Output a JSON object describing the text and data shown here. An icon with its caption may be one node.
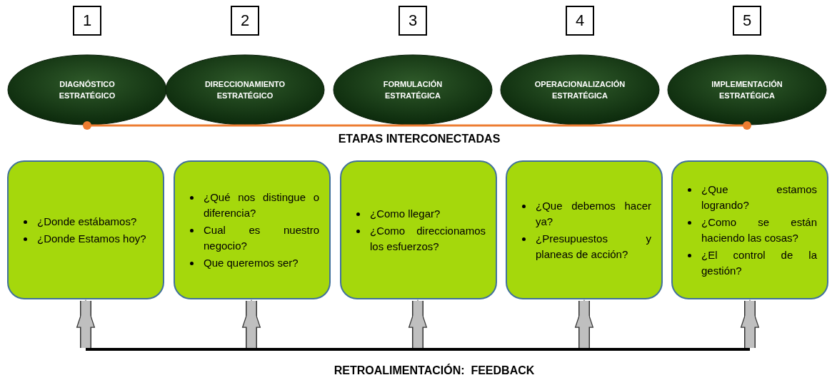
{
  "diagram": {
    "nodes": [
      {
        "text": [
          "1"
        ]
      },
      {
        "text": [
          "2"
        ]
      },
      {
        "text": [
          "3"
        ]
      },
      {
        "text": [
          "4"
        ]
      },
      {
        "text": [
          "5"
        ]
      },
      {
        "text": [
          "DIAGNÓSTICO ESTRATÉGICO"
        ]
      },
      {
        "text": [
          "DIRECCIONAMIENTO ESTRATÉGICO"
        ]
      },
      {
        "text": [
          "FORMULACIÓN ESTRATÉGICA"
        ]
      },
      {
        "text": [
          "OPERACIONALIZACIÓN ESTRATÉGICA"
        ]
      },
      {
        "text": [
          "IMPLEMENTACIÓN ESTRATÉGICA"
        ]
      },
      {
        "text": [
          "¿Donde estábamos?",
          "¿Donde Estamos hoy?"
        ]
      },
      {
        "text": [
          "¿Qué nos distingue o diferencia?",
          "Cual es nuestro negocio?",
          "Que queremos ser?"
        ]
      },
      {
        "text": [
          "¿Como llegar?",
          "¿Como direccionamos los esfuerzos?"
        ]
      },
      {
        "text": [
          "¿Que debemos hacer ya?",
          "¿Presupuestos y planeas de acción?"
        ]
      },
      {
        "text": [
          "¿Que estamos logrando?",
          "¿Como se están haciendo las cosas?",
          "¿El control de la gestión?"
        ]
      }
    ],
    "edges": [
      {
        "from": 5,
        "to": 9,
        "arrow": "other",
        "color": "#ed7d31"
      },
      {
        "from": null,
        "to": 10,
        "arrow": "to"
      },
      {
        "from": null,
        "to": 11,
        "arrow": "to"
      },
      {
        "from": null,
        "to": 12,
        "arrow": "to"
      },
      {
        "from": null,
        "to": 13,
        "arrow": "to"
      },
      {
        "from": null,
        "to": 14,
        "arrow": "to"
      }
    ],
    "labels": [
      "ETAPAS INTERCONECTADAS",
      "RETROALIMENTACIÓN:  FEEDBACK"
    ]
  }
}
